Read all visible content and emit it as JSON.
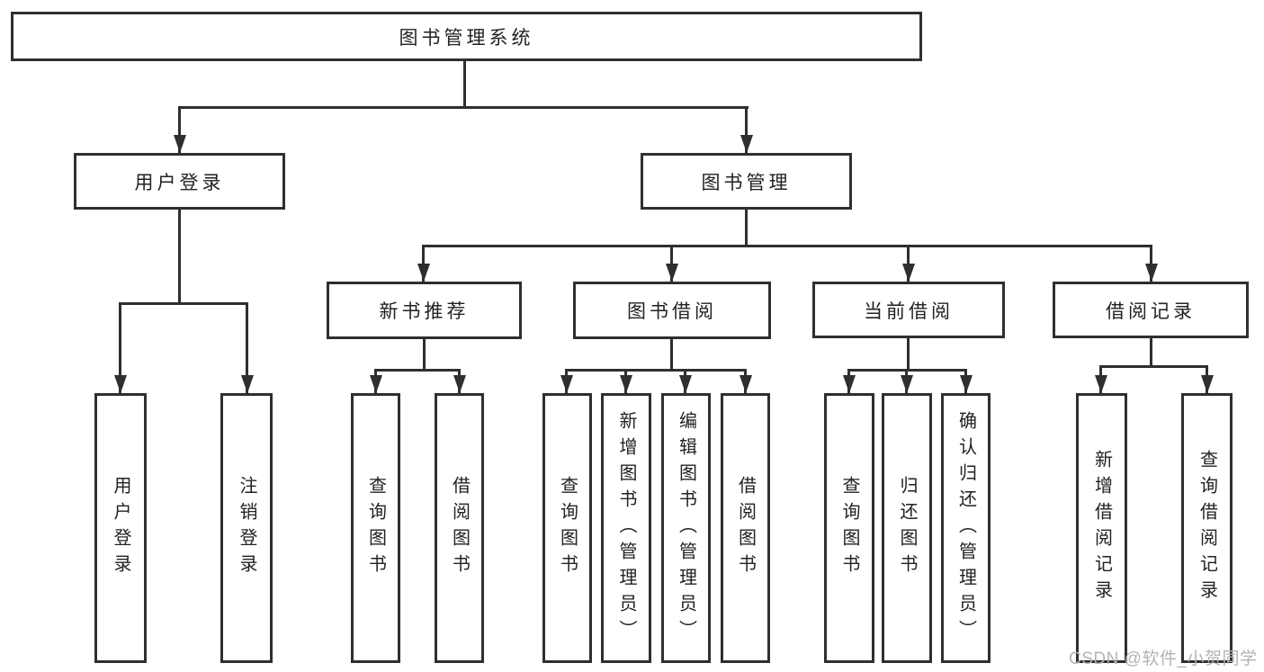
{
  "diagram": {
    "colors": {
      "line": "#2f2f2f",
      "text": "#222222",
      "background": "#ffffff",
      "watermark": "#b3b3b3"
    },
    "nodes": {
      "root": {
        "label": "图书管理系统"
      },
      "user_login_grp": {
        "label": "用户登录"
      },
      "book_mgmt": {
        "label": "图书管理"
      },
      "new_book_rec": {
        "label": "新书推荐"
      },
      "book_borrow": {
        "label": "图书借阅"
      },
      "current_borrow": {
        "label": "当前借阅"
      },
      "borrow_records": {
        "label": "借阅记录"
      },
      "user_login": {
        "label": "用户登录"
      },
      "logout": {
        "label": "注销登录"
      },
      "nb_query": {
        "label": "查询图书"
      },
      "nb_borrow": {
        "label": "借阅图书"
      },
      "bb_query": {
        "label": "查询图书"
      },
      "bb_add": {
        "label": "新增图书（管理员）"
      },
      "bb_edit": {
        "label": "编辑图书（管理员）"
      },
      "bb_borrow": {
        "label": "借阅图书"
      },
      "cb_query": {
        "label": "查询图书"
      },
      "cb_return": {
        "label": "归还图书"
      },
      "cb_confirm": {
        "label": "确认归还（管理员）"
      },
      "br_add": {
        "label": "新增借阅记录"
      },
      "br_query": {
        "label": "查询借阅记录"
      }
    },
    "watermark": "CSDN @软件_小贺同学"
  }
}
